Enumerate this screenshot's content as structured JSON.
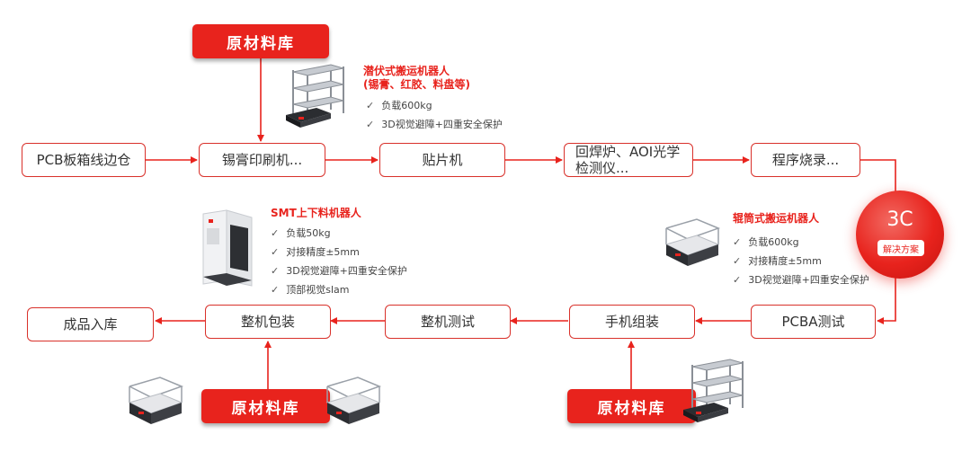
{
  "colors": {
    "accent": "#e8231d",
    "border": "#d9312b",
    "text": "#333333"
  },
  "warehouses": {
    "top": "原材料库",
    "bottom_left": "原材料库",
    "bottom_right": "原材料库"
  },
  "nodes": {
    "pcb_warehouse": "PCB板箱线边仓",
    "solder_print": "锡膏印刷机...",
    "pick_place": "贴片机",
    "reflow_aoi": "回焊炉、AOI光学检测仪...",
    "program_burn": "程序烧录...",
    "pcba_test": "PCBA测试",
    "phone_assembly": "手机组装",
    "machine_test": "整机测试",
    "machine_pack": "整机包装",
    "finished_warehouse": "成品入库"
  },
  "robots": {
    "latent": {
      "title_line1": "潜伏式搬运机器人",
      "title_line2": "(锡膏、红胶、料盘等)",
      "features": [
        "负载600kg",
        "3D视觉避障+四重安全保护"
      ]
    },
    "smt": {
      "title": "SMT上下料机器人",
      "features": [
        "负载50kg",
        "对接精度±5mm",
        "3D视觉避障+四重安全保护",
        "顶部视觉slam"
      ]
    },
    "roller": {
      "title": "辊筒式搬运机器人",
      "features": [
        "负载600kg",
        "对接精度±5mm",
        "3D视觉避障+四重安全保护"
      ]
    }
  },
  "badge": {
    "title": "3C",
    "subtitle": "解决方案"
  },
  "icons": {
    "check": "✓"
  }
}
